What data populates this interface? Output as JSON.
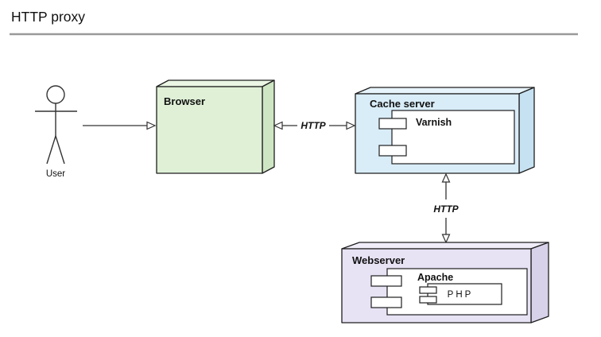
{
  "page": {
    "title": "HTTP proxy"
  },
  "colors": {
    "browser_front": "#dff0d6",
    "browser_top": "#ebf7e4",
    "browser_side": "#cfe6c4",
    "cache_front": "#d9edf8",
    "cache_top": "#e7f4fb",
    "cache_side": "#c6e2f2",
    "webserver_front": "#e7e2f4",
    "webserver_top": "#f0edf9",
    "webserver_side": "#d8d1ea",
    "component_fill": "#ffffff",
    "stroke": "#1f1f1f",
    "rule": "#999999"
  },
  "diagram": {
    "actor": {
      "label": "User"
    },
    "nodes": {
      "browser": {
        "label": "Browser"
      },
      "cache": {
        "label": "Cache server",
        "component": {
          "label": "Varnish"
        }
      },
      "webserver": {
        "label": "Webserver",
        "component": {
          "label": "Apache",
          "child": {
            "label": "PHP"
          }
        }
      }
    },
    "connections": {
      "browser_cache": {
        "label": "HTTP"
      },
      "cache_webserver": {
        "label": "HTTP"
      }
    }
  }
}
